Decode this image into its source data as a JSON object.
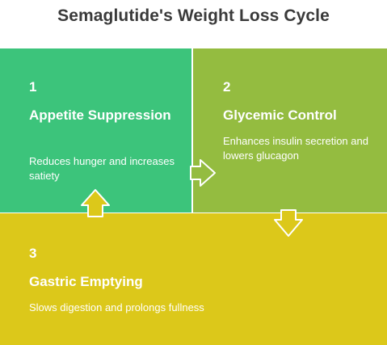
{
  "title": "Semaglutide's Weight Loss Cycle",
  "colors": {
    "panel_1": "#3cc47b",
    "panel_2": "#94bc40",
    "panel_3": "#dcc81a",
    "text": "#ffffff",
    "title": "#3a3a3a"
  },
  "steps": [
    {
      "number": "1",
      "heading": "Appetite Suppression",
      "description": "Reduces hunger and increases satiety"
    },
    {
      "number": "2",
      "heading": "Glycemic Control",
      "description": "Enhances insulin secretion and lowers glucagon"
    },
    {
      "number": "3",
      "heading": "Gastric Emptying",
      "description": "Slows digestion and prolongs fullness"
    }
  ]
}
